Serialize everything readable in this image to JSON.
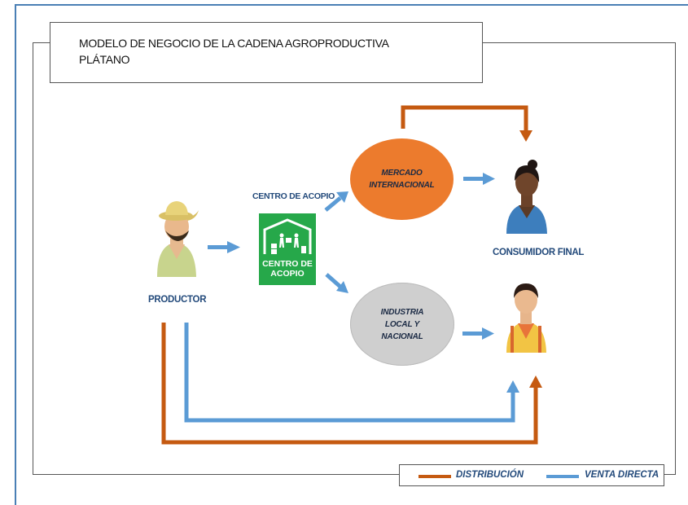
{
  "title": {
    "line1": "MODELO DE NEGOCIO DE LA CADENA AGROPRODUCTIVA",
    "line2": "PLÁTANO"
  },
  "nodes": {
    "productor": "PRODUCTOR",
    "centro_acopio_label": "CENTRO DE ACOPIO",
    "centro_acopio_icon_text": [
      "CENTRO DE",
      "ACOPIO"
    ],
    "mercado_internacional": [
      "MERCADO",
      "INTERNACIONAL"
    ],
    "industria": [
      "INDUSTRIA",
      "LOCAL Y",
      "NACIONAL"
    ],
    "consumidor_final": "CONSUMIDOR FINAL"
  },
  "legend": {
    "distribucion": "DISTRIBUCIÓN",
    "venta_directa": "VENTA DIRECTA"
  },
  "colors": {
    "distribucion": "#c55a11",
    "venta_directa": "#5b9bd5",
    "mercado": "#ec7b2d",
    "industria": "#cfcfcf",
    "acopio": "#26a84a",
    "label": "#234a7b"
  }
}
